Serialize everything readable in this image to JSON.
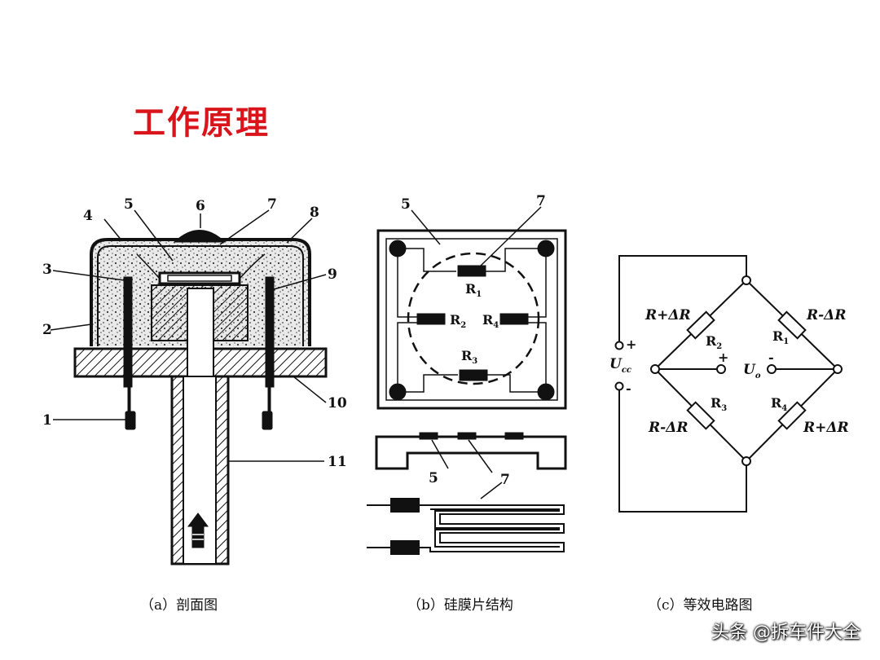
{
  "title": "工作原理",
  "diagram_a": {
    "caption": "（a）剖面图",
    "callouts": [
      "1",
      "2",
      "3",
      "4",
      "5",
      "6",
      "7",
      "8",
      "9",
      "10",
      "11"
    ]
  },
  "diagram_b": {
    "caption": "（b）硅膜片结构",
    "top_labels": [
      "5",
      "7"
    ],
    "resistors": [
      "R",
      "R",
      "R",
      "R"
    ],
    "resistor_subs": [
      "1",
      "2",
      "3",
      "4"
    ],
    "bottom_labels": [
      "5",
      "7"
    ]
  },
  "diagram_c": {
    "caption": "（c）等效电路图",
    "arm_labels": [
      "R+ΔR",
      "R-ΔR",
      "R-ΔR",
      "R+ΔR"
    ],
    "resistors": [
      "R",
      "R",
      "R",
      "R"
    ],
    "resistor_subs": [
      "2",
      "1",
      "3",
      "4"
    ],
    "supply": "U",
    "supply_sub": "cc",
    "output": "U",
    "output_sub": "o",
    "plus": "+",
    "minus": "-"
  },
  "watermark": "头条 @拆车件大全"
}
